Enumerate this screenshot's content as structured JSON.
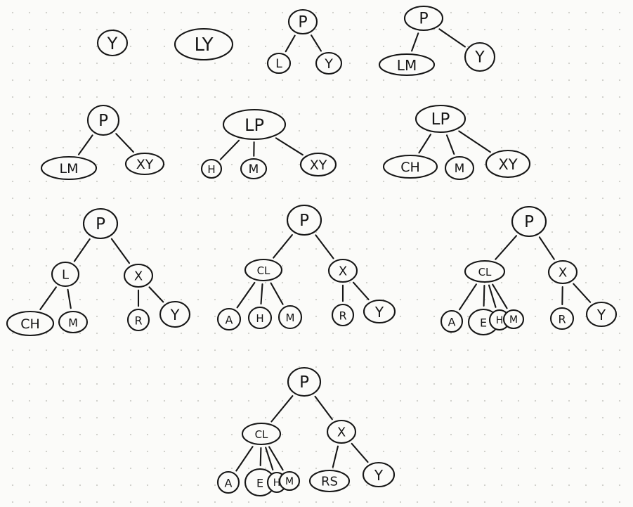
{
  "diagrams": [
    {
      "nodes": [
        {
          "id": "a",
          "label": "Y"
        }
      ],
      "edges": []
    },
    {
      "nodes": [
        {
          "id": "a",
          "label": "LY"
        }
      ],
      "edges": []
    },
    {
      "nodes": [
        {
          "id": "p",
          "label": "P"
        },
        {
          "id": "l",
          "label": "L"
        },
        {
          "id": "y",
          "label": "Y"
        }
      ],
      "edges": [
        [
          "p",
          "l"
        ],
        [
          "p",
          "y"
        ]
      ]
    },
    {
      "nodes": [
        {
          "id": "p",
          "label": "P"
        },
        {
          "id": "lm",
          "label": "LM"
        },
        {
          "id": "y",
          "label": "Y"
        }
      ],
      "edges": [
        [
          "p",
          "lm"
        ],
        [
          "p",
          "y"
        ]
      ]
    },
    {
      "nodes": [
        {
          "id": "p",
          "label": "P"
        },
        {
          "id": "lm",
          "label": "LM"
        },
        {
          "id": "xy",
          "label": "XY"
        }
      ],
      "edges": [
        [
          "p",
          "lm"
        ],
        [
          "p",
          "xy"
        ]
      ]
    },
    {
      "nodes": [
        {
          "id": "lp",
          "label": "LP"
        },
        {
          "id": "h",
          "label": "H"
        },
        {
          "id": "m",
          "label": "M"
        },
        {
          "id": "xy",
          "label": "XY"
        }
      ],
      "edges": [
        [
          "lp",
          "h"
        ],
        [
          "lp",
          "m"
        ],
        [
          "lp",
          "xy"
        ]
      ]
    },
    {
      "nodes": [
        {
          "id": "lp",
          "label": "LP"
        },
        {
          "id": "ch",
          "label": "CH"
        },
        {
          "id": "m",
          "label": "M"
        },
        {
          "id": "xy",
          "label": "XY"
        }
      ],
      "edges": [
        [
          "lp",
          "ch"
        ],
        [
          "lp",
          "m"
        ],
        [
          "lp",
          "xy"
        ]
      ]
    },
    {
      "nodes": [
        {
          "id": "p",
          "label": "P"
        },
        {
          "id": "l",
          "label": "L"
        },
        {
          "id": "x",
          "label": "X"
        },
        {
          "id": "ch",
          "label": "CH"
        },
        {
          "id": "m",
          "label": "M"
        },
        {
          "id": "r",
          "label": "R"
        },
        {
          "id": "y",
          "label": "Y"
        }
      ],
      "edges": [
        [
          "p",
          "l"
        ],
        [
          "p",
          "x"
        ],
        [
          "l",
          "ch"
        ],
        [
          "l",
          "m"
        ],
        [
          "x",
          "r"
        ],
        [
          "x",
          "y"
        ]
      ]
    },
    {
      "nodes": [
        {
          "id": "p",
          "label": "P"
        },
        {
          "id": "cl",
          "label": "CL"
        },
        {
          "id": "x",
          "label": "X"
        },
        {
          "id": "a",
          "label": "A"
        },
        {
          "id": "h",
          "label": "H"
        },
        {
          "id": "m",
          "label": "M"
        },
        {
          "id": "r",
          "label": "R"
        },
        {
          "id": "y",
          "label": "Y"
        }
      ],
      "edges": [
        [
          "p",
          "cl"
        ],
        [
          "p",
          "x"
        ],
        [
          "cl",
          "a"
        ],
        [
          "cl",
          "h"
        ],
        [
          "cl",
          "m"
        ],
        [
          "x",
          "r"
        ],
        [
          "x",
          "y"
        ]
      ]
    },
    {
      "nodes": [
        {
          "id": "p",
          "label": "P"
        },
        {
          "id": "cl",
          "label": "CL"
        },
        {
          "id": "x",
          "label": "X"
        },
        {
          "id": "a",
          "label": "A"
        },
        {
          "id": "e",
          "label": "E"
        },
        {
          "id": "h",
          "label": "H"
        },
        {
          "id": "m",
          "label": "M"
        },
        {
          "id": "r",
          "label": "R"
        },
        {
          "id": "y",
          "label": "Y"
        }
      ],
      "edges": [
        [
          "p",
          "cl"
        ],
        [
          "p",
          "x"
        ],
        [
          "cl",
          "a"
        ],
        [
          "cl",
          "e"
        ],
        [
          "cl",
          "h"
        ],
        [
          "cl",
          "m"
        ],
        [
          "x",
          "r"
        ],
        [
          "x",
          "y"
        ]
      ]
    },
    {
      "nodes": [
        {
          "id": "p",
          "label": "P"
        },
        {
          "id": "cl",
          "label": "CL"
        },
        {
          "id": "x",
          "label": "X"
        },
        {
          "id": "a",
          "label": "A"
        },
        {
          "id": "e",
          "label": "E"
        },
        {
          "id": "h",
          "label": "H"
        },
        {
          "id": "m",
          "label": "M"
        },
        {
          "id": "rs",
          "label": "RS"
        },
        {
          "id": "y",
          "label": "Y"
        }
      ],
      "edges": [
        [
          "p",
          "cl"
        ],
        [
          "p",
          "x"
        ],
        [
          "cl",
          "a"
        ],
        [
          "cl",
          "e"
        ],
        [
          "cl",
          "h"
        ],
        [
          "cl",
          "m"
        ],
        [
          "x",
          "rs"
        ],
        [
          "x",
          "y"
        ]
      ]
    }
  ]
}
